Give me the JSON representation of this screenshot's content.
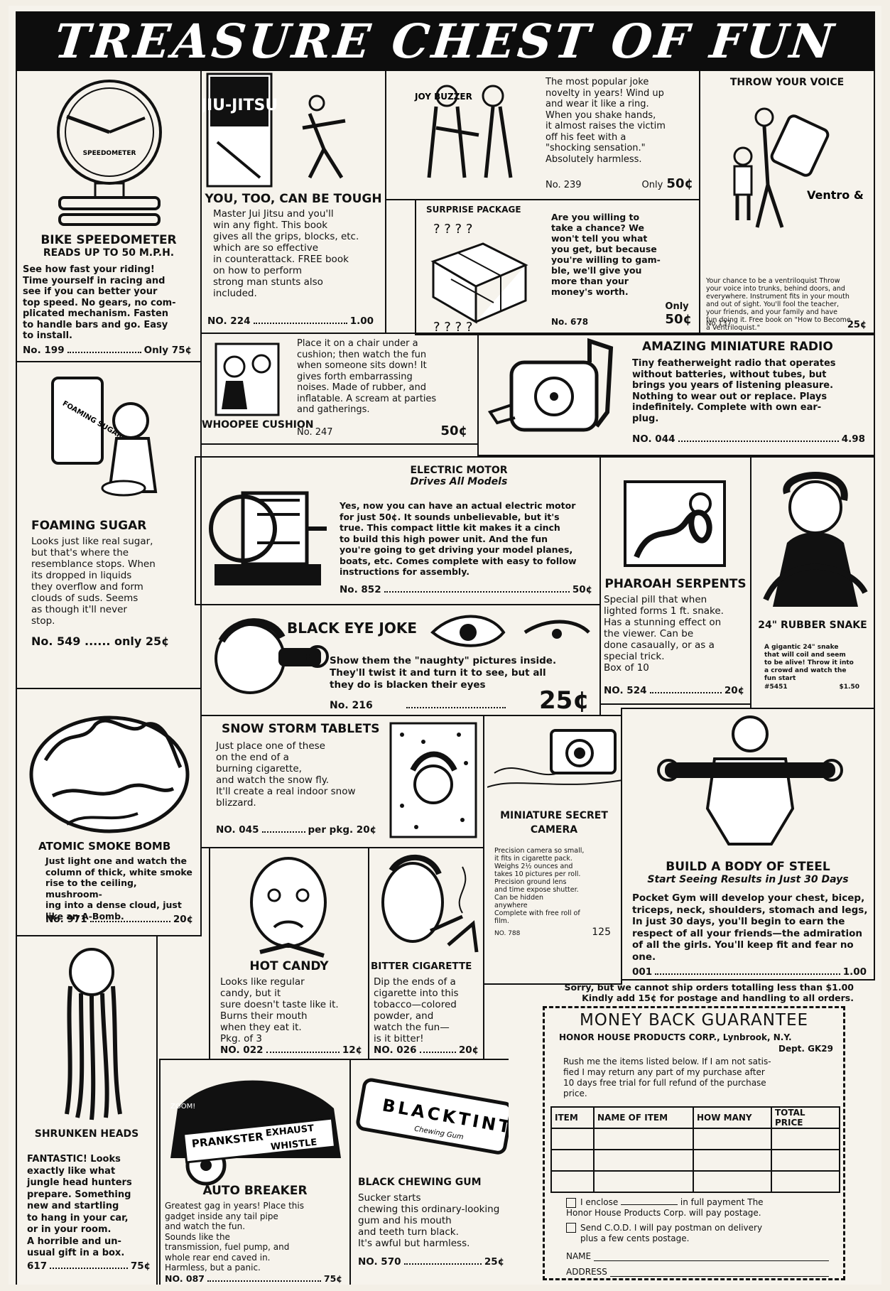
{
  "banner": {
    "title": "TREASURE CHEST OF FUN"
  },
  "items": {
    "speedometer": {
      "art_label": "SPEEDOMETER",
      "title": "BIKE SPEEDOMETER",
      "subtitle": "READS UP TO 50 M.P.H.",
      "body": "See how fast your riding!\nTime yourself in racing and\nsee if you can better your\ntop speed. No gears, no com-\nplicated mechanism. Fasten\nto handle bars and go. Easy\nto install.",
      "number": "No. 199",
      "price": "Only 75¢"
    },
    "jiujitsu": {
      "art_label": "JIU-JITSU",
      "title": "YOU, TOO, CAN BE TOUGH",
      "body": "Master Jui Jitsu and you'll\nwin any fight. This book\ngives all the grips, blocks, etc.\nwhich are so effective\nin counterattack. FREE book\non how to perform\nstrong man stunts also\nincluded.",
      "number": "NO. 224",
      "price": "1.00"
    },
    "joybuzzer": {
      "art_label": "JOY BUZZER",
      "body": "The most popular joke\nnovelty in years! Wind up\nand wear it like a ring.\nWhen you shake hands,\nit almost raises the victim\noff his feet with a\n\"shocking sensation.\"\nAbsolutely harmless.",
      "number": "No. 239",
      "price_prefix": "Only",
      "price": "50¢"
    },
    "throwvoice": {
      "title": "THROW YOUR VOICE",
      "art_label": "Ventro & Book",
      "body": "Your chance to be a ventriloquist Throw\nyour voice into trunks, behind doors, and\neverywhere. Instrument fits in your mouth\nand out of sight. You'll fool the teacher,\nyour friends, and your family and have\nfun doing it. Free book on \"How to Become\na Ventriloquist.\"",
      "number": "No 137",
      "price": "25¢"
    },
    "surprise": {
      "title": "SURPRISE PACKAGE",
      "body": "Are you willing to\ntake a chance? We\nwon't tell you what\nyou get, but because\nyou're willing to gam-\nble, we'll give you\nmore than your\nmoney's worth.",
      "number": "No. 678",
      "price_prefix": "Only",
      "price": "50¢"
    },
    "whoopee": {
      "title": "WHOOPEE CUSHION",
      "body": "Place it on a chair under a\ncushion; then watch the fun\nwhen someone sits down! It\ngives forth embarrassing\nnoises. Made of rubber, and\ninflatable. A scream at parties\nand gatherings.",
      "number": "No. 247",
      "price": "50¢"
    },
    "radio": {
      "title": "AMAZING MINIATURE RADIO",
      "body": "Tiny featherweight radio that operates\nwithout batteries, without tubes, but\nbrings you years of listening pleasure.\nNothing to wear out or replace. Plays\nindefinitely. Complete with own ear-\nplug.",
      "number": "NO. 044",
      "price": "4.98"
    },
    "sugar": {
      "art_label": "FOAMING SUGAR",
      "title": "FOAMING SUGAR",
      "body": "Looks just like real sugar,\nbut that's where the\nresemblance stops. When\nits dropped in liquids\nthey overflow and form\nclouds of suds. Seems\nas though it'll never\nstop.",
      "number": "No. 549",
      "price": "only 25¢"
    },
    "motor": {
      "title": "ELECTRIC MOTOR",
      "subtitle": "Drives All Models",
      "body": "Yes, now you can have an actual electric motor\nfor just 50¢. It sounds unbelievable, but it's\ntrue. This compact little kit makes it a cinch\nto build this high power unit. And the fun\nyou're going to get driving your model planes,\nboats, etc. Comes complete with easy to follow\ninstructions for assembly.",
      "number": "No. 852",
      "price": "50¢"
    },
    "serpents": {
      "title": "PHAROAH SERPENTS",
      "body": "Special pill that when\nlighted forms 1 ft. snake.\nHas a stunning effect on\nthe viewer. Can be\ndone casaually, or as a\nspecial trick.\nBox of 10",
      "number": "NO. 524",
      "price": "20¢"
    },
    "rubbersnake": {
      "title": "24\" RUBBER SNAKE",
      "body": "A gigantic 24\" snake\nthat will coil and seem\nto be alive! Throw it into\na crowd and watch the\nfun start",
      "number": "#5451",
      "price": "$1.50"
    },
    "blackeye": {
      "title": "BLACK EYE JOKE",
      "body": "Show them the \"naughty\" pictures inside.\nThey'll twist it and turn it to see, but all\nthey do is blacken their eyes",
      "number": "No. 216",
      "price": "25¢"
    },
    "smokebomb": {
      "title": "ATOMIC SMOKE BOMB",
      "body": "Just light one and watch the\ncolumn of thick, white smoke\nrise to the ceiling, mushroom-\ning into a dense cloud, just\nlike an A-Bomb.",
      "number": "No. 971",
      "price": "20¢"
    },
    "snowstorm": {
      "title": "SNOW STORM TABLETS",
      "body": "Just place one of these\non the end of a\nburning cigarette,\nand watch the snow fly.\nIt'll create a real indoor snow\nblizzard.",
      "number": "NO. 045",
      "price": "per pkg. 20¢"
    },
    "camera": {
      "title": "MINIATURE SECRET CAMERA",
      "body": "Precision camera so small,\nit fits in cigarette pack.\nWeighs 2½ ounces and\ntakes 10 pictures per roll.\nPrecision ground lens\nand time expose shutter.\nCan be hidden\nanywhere\nComplete with free roll of\nfilm.",
      "number": "NO. 788",
      "price": "125"
    },
    "bodysteel": {
      "title": "BUILD A BODY OF STEEL",
      "subtitle": "Start Seeing Results in Just 30 Days",
      "body": "Pocket Gym will develop your chest, bicep,\ntriceps, neck, shoulders, stomach and legs,\nIn just 30 days, you'll begin to earn the\nrespect of all your friends—the admiration\nof all the girls. You'll keep fit and fear no\none.",
      "number": "001",
      "price": "1.00"
    },
    "shrunken": {
      "title": "SHRUNKEN HEADS",
      "body": "FANTASTIC! Looks\nexactly like what\njungle head hunters\nprepare. Something\nnew and startling\nto hang in your car,\nor in your room.\nA horrible and un-\nusual gift in a box.",
      "number": "617",
      "price": "75¢"
    },
    "hotcandy": {
      "title": "HOT CANDY",
      "body": "Looks like regular\ncandy, but it\nsure doesn't taste like it.\nBurns their mouth\nwhen they eat it.\nPkg. of 3",
      "number": "NO. 022",
      "price": "12¢"
    },
    "bittercig": {
      "title": "BITTER CIGARETTE",
      "body": "Dip the ends of a\ncigarette into this\ntobacco—colored\npowder, and\nwatch the fun—\nis it bitter!",
      "number": "NO. 026",
      "price": "20¢"
    },
    "autobreaker": {
      "art_label_1": "PRANKSTER",
      "art_label_2": "EXHAUST",
      "art_label_3": "WHISTLE",
      "art_label_4": "ZOOM!",
      "title": "AUTO BREAKER",
      "body": "Greatest gag in years! Place this\ngadget inside any tail pipe\nand watch the fun.\nSounds like the\ntransmission, fuel pump, and\nwhole rear end caved in.\nHarmless, but a panic.",
      "number": "NO. 087",
      "price": "75¢"
    },
    "gum": {
      "art_label": "BLACKTINT",
      "art_sub": "Chewing Gum",
      "title": "BLACK CHEWING GUM",
      "body": "Sucker starts\nchewing this ordinary-looking\ngum and his mouth\nand teeth turn black.\nIt's awful but harmless.",
      "number": "NO. 570",
      "price": "25¢"
    }
  },
  "order": {
    "notice": "Sorry, but we cannot ship orders totalling less than $1.00\nKindly add 15¢ for postage and handling to all orders.",
    "guarantee": "MONEY BACK GUARANTEE",
    "company": "HONOR HOUSE PRODUCTS CORP., Lynbrook, N.Y.",
    "dept": "Dept. GK29",
    "body": "Rush me the items listed below. If I am not satis-\nfied I may return any part of my purchase after\n10 days free trial for full refund of the purchase\nprice.",
    "columns": [
      "ITEM",
      "NAME OF ITEM",
      "HOW MANY",
      "TOTAL PRICE"
    ],
    "enclose_label": "I enclose",
    "enclose_text": "in full payment The\nHonor House Products Corp. will pay postage.",
    "cod_label": "Send C.O.D. I will pay postman on delivery\nplus a few cents postage.",
    "name_label": "NAME",
    "address_label": "ADDRESS"
  },
  "colors": {
    "ink": "#111111",
    "paper": "#f6f3ec",
    "banner": "#0d0d0d"
  }
}
